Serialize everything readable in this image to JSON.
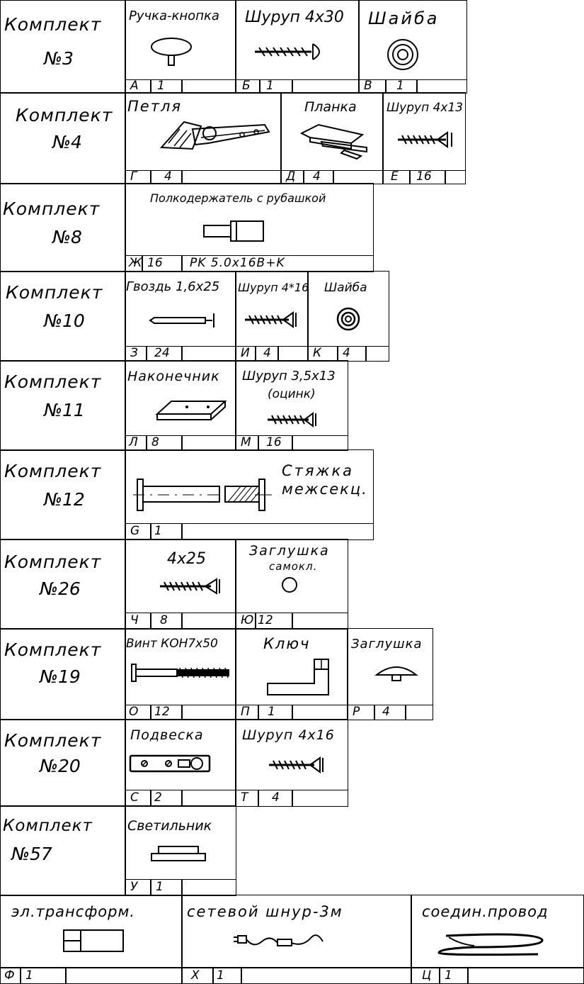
{
  "sets": [
    {
      "title": "Комплект",
      "number": "№3",
      "items": [
        {
          "name": "Ручка-кнопка",
          "code": "А",
          "qty": "1",
          "icon": "knob-handle-icon"
        },
        {
          "name": "Шуруп 4x30",
          "code": "Б",
          "qty": "1",
          "icon": "round-head-screw-icon"
        },
        {
          "name": "Шайба",
          "code": "В",
          "qty": "1",
          "icon": "washer-icon"
        }
      ]
    },
    {
      "title": "Комплект",
      "number": "№4",
      "items": [
        {
          "name": "Петля",
          "code": "Г",
          "qty": "4",
          "icon": "hinge-icon"
        },
        {
          "name": "Планка",
          "code": "Д",
          "qty": "4",
          "icon": "mounting-plate-icon"
        },
        {
          "name": "Шуруп 4x13",
          "code": "Е",
          "qty": "16",
          "icon": "screw-icon"
        }
      ]
    },
    {
      "title": "Комплект",
      "number": "№8",
      "items": [
        {
          "name": "Полкодержатель с рубашкой",
          "code": "Ж",
          "qty": "16",
          "extra": "PK 5.0x16B+K",
          "icon": "shelf-support-icon"
        }
      ]
    },
    {
      "title": "Комплект",
      "number": "№10",
      "items": [
        {
          "name": "Гвоздь 1,6x25",
          "code": "З",
          "qty": "24",
          "icon": "nail-icon"
        },
        {
          "name": "Шуруп 4*16",
          "code": "И",
          "qty": "4",
          "icon": "screw-icon"
        },
        {
          "name": "Шайба",
          "code": "К",
          "qty": "4",
          "icon": "washer-icon"
        }
      ]
    },
    {
      "title": "Комплект",
      "number": "№11",
      "items": [
        {
          "name": "Наконечник",
          "code": "Л",
          "qty": "8",
          "icon": "tip-plate-icon"
        },
        {
          "name": "Шуруп 3,5x13",
          "name2": "(оцинк)",
          "code": "М",
          "qty": "16",
          "icon": "screw-icon"
        }
      ]
    },
    {
      "title": "Комплект",
      "number": "№12",
      "items": [
        {
          "name": "Стяжка",
          "name2": "межсекц.",
          "code": "G",
          "qty": "1",
          "icon": "section-tie-icon"
        }
      ]
    },
    {
      "title": "Комплект",
      "number": "№26",
      "items": [
        {
          "name": "4x25",
          "code": "Ч",
          "qty": "8",
          "icon": "screw-icon"
        },
        {
          "name": "Заглушка",
          "name2": "самокл.",
          "code": "Ю",
          "qty": "12",
          "icon": "round-cap-icon"
        }
      ]
    },
    {
      "title": "Комплект",
      "number": "№19",
      "items": [
        {
          "name": "Винт КОН7x50",
          "code": "О",
          "qty": "12",
          "icon": "confirmat-screw-icon"
        },
        {
          "name": "Ключ",
          "code": "П",
          "qty": "1",
          "icon": "hex-key-icon"
        },
        {
          "name": "Заглушка",
          "code": "Р",
          "qty": "4",
          "icon": "dome-cap-icon"
        }
      ]
    },
    {
      "title": "Комплект",
      "number": "№20",
      "items": [
        {
          "name": "Подвеска",
          "code": "С",
          "qty": "2",
          "icon": "hanger-icon"
        },
        {
          "name": "Шуруп 4x16",
          "code": "Т",
          "qty": "4",
          "icon": "screw-icon"
        }
      ]
    },
    {
      "title": "Комплект",
      "number": "№57",
      "items": [
        {
          "name": "Светильник",
          "code": "У",
          "qty": "1",
          "icon": "lamp-icon"
        }
      ]
    }
  ],
  "electrical": [
    {
      "name": "эл.трансформ.",
      "code": "Ф",
      "qty": "1",
      "icon": "transformer-icon"
    },
    {
      "name": "сетевой шнур-3м",
      "code": "Х",
      "qty": "1",
      "icon": "power-cord-icon"
    },
    {
      "name": "соедин.провод",
      "code": "Ц",
      "qty": "1",
      "icon": "connecting-wire-icon"
    }
  ]
}
